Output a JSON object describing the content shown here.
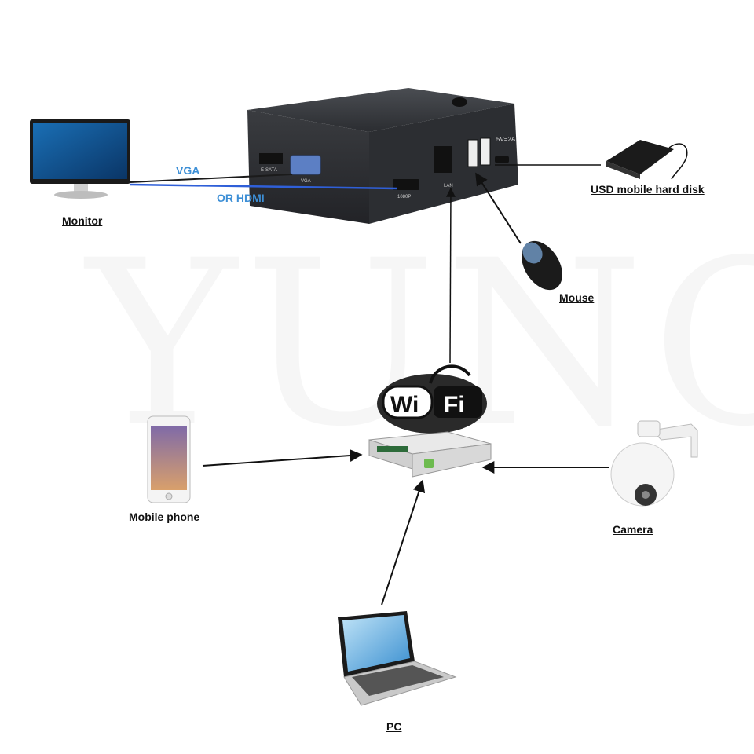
{
  "watermark": "YUNCH",
  "labels": {
    "monitor": "Monitor",
    "usb_disk": "USD mobile hard disk",
    "mouse": "Mouse",
    "mobile_phone": "Mobile phone",
    "camera": "Camera",
    "pc": "PC"
  },
  "connections": {
    "vga": "VGA",
    "hdmi": "OR HDMI"
  },
  "wifi": {
    "wi": "Wi",
    "fi": "Fi"
  },
  "nvr_ports": {
    "vga": "VGA",
    "hdmi": "1080P",
    "lan": "LAN",
    "power": "5V=2A",
    "esata": "E-SATA"
  },
  "colors": {
    "vga_line": "#1b1b1b",
    "hdmi_line": "#2f5fd8",
    "label_blue": "#3d8fd6"
  }
}
